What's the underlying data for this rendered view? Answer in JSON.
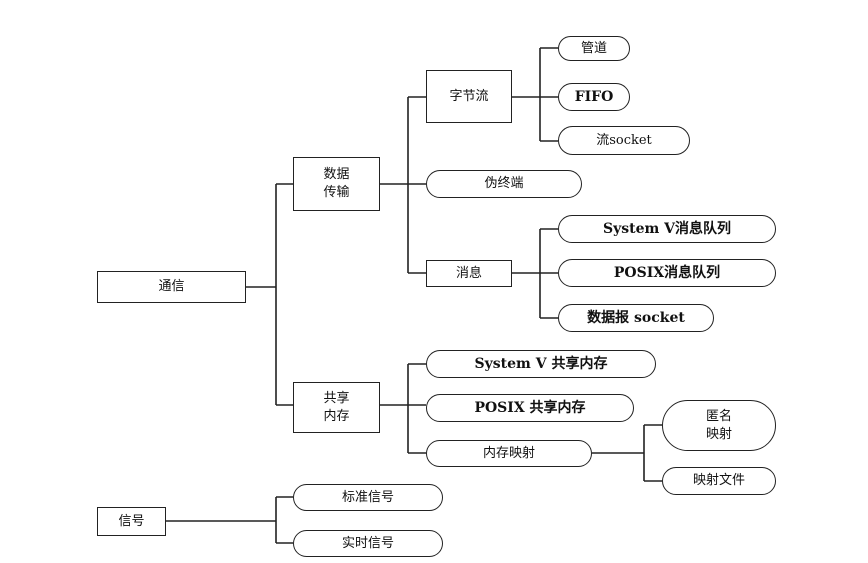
{
  "nodes": {
    "tongxin": "通信",
    "shuju_chuanshu": "数据\n传输",
    "gongxiang_neicun": "共享\n内存",
    "zijieliu": "字节流",
    "guandao": "管道",
    "fifo": "FIFO",
    "liu_socket": "流socket",
    "weizhongduan": "伪终端",
    "xiaoxi": "消息",
    "sysv_queue": "System V消息队列",
    "posix_queue": "POSIX消息队列",
    "datagram_socket": "数据报 socket",
    "sysv_shm": "System V 共享内存",
    "posix_shm": "POSIX 共享内存",
    "mmap": "内存映射",
    "niming": "匿名\n映射",
    "file_mapping": "映射文件",
    "xinhao": "信号",
    "std_signal": "标准信号",
    "rt_signal": "实时信号"
  }
}
